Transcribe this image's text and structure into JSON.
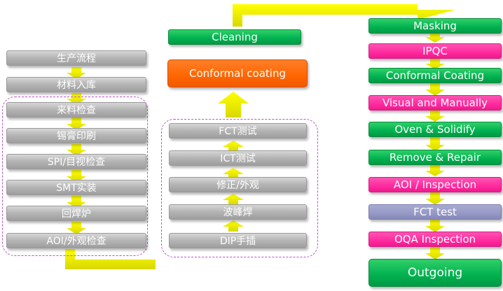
{
  "left_column": {
    "steps": [
      "生产流程",
      "材料入库",
      "来料检查",
      "锡膏印刷",
      "SPI/目视检查",
      "SMT实装",
      "回焊炉",
      "AOI/外观检查"
    ]
  },
  "middle_column": {
    "steps": [
      "FCT测试",
      "ICT测试",
      "修正/外观",
      "波峰焊",
      "DIP手插"
    ],
    "coating": "Conformal coating",
    "cleaning": "Cleaning"
  },
  "right_column": {
    "steps": [
      "Masking",
      "IPQC",
      "Conformal Coating",
      "Visual and Manually",
      "Oven & Solidify",
      "Remove & Repair",
      "AOI / Inspection",
      "FCT test",
      "OQA Inspection",
      "Outgoing"
    ]
  },
  "colors": {
    "gray": "#b3b3b3",
    "green": "#00b050",
    "pink": "#ff2a9e",
    "lavender": "#9699c5",
    "orange": "#ff6600",
    "arrow_yellow": "#ffff00",
    "group_border": "#c04ccf"
  }
}
